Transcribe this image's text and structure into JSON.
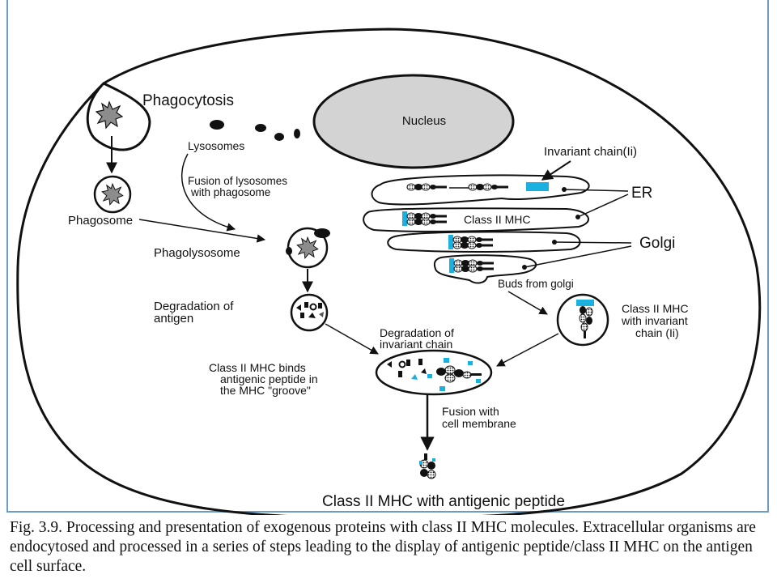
{
  "labels": {
    "phagocytosis": "Phagocytosis",
    "nucleus": "Nucleus",
    "lysosomes": "Lysosomes",
    "fusion_lysosomes_1": "Fusion of lysosomes",
    "fusion_lysosomes_2": "with phagosome",
    "phagosome": "Phagosome",
    "phagolysosome": "Phagolysosome",
    "degradation_antigen_1": "Degradation of",
    "degradation_antigen_2": "antigen",
    "invariant_chain": "Invariant chain(Ii)",
    "er": "ER",
    "class2_mhc": "Class II MHC",
    "golgi": "Golgi",
    "buds_from_golgi": "Buds from golgi",
    "class2_ii_1": "Class II MHC",
    "class2_ii_2": "with invariant",
    "class2_ii_3": "chain (Ii)",
    "degradation_invariant_1": "Degradation of",
    "degradation_invariant_2": "invariant chain",
    "binds_1": "Class II MHC binds",
    "binds_2": "antigenic peptide in",
    "binds_3": "the MHC \"groove\"",
    "fusion_membrane_1": "Fusion with",
    "fusion_membrane_2": "cell membrane",
    "final": "Class II MHC with antigenic peptide"
  },
  "caption": "Fig. 3.9. Processing and presentation of exogenous proteins with class II MHC molecules. Extracellular organisms are endocytosed and processed in a series of steps leading to the display of antigenic peptide/class II MHC on the antigen cell surface.",
  "colors": {
    "invariant_chain": "#1ab0e0",
    "nucleus": "#d3d3d3",
    "ink": "#111111"
  },
  "icons": [
    "antigen-star-icon",
    "mhc-molecule-icon",
    "invariant-chain-block-icon",
    "peptide-fragment-icon"
  ]
}
